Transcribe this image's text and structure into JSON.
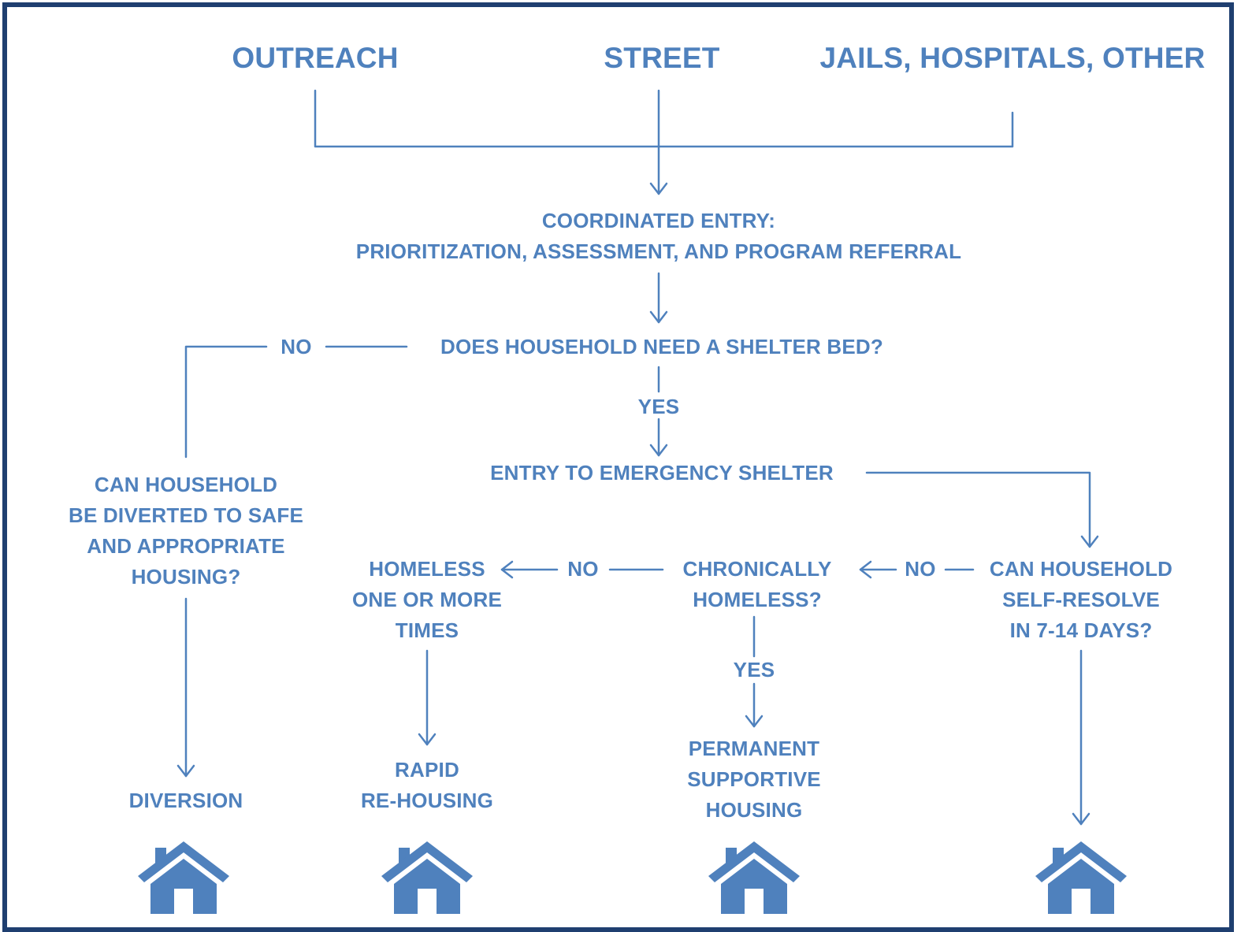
{
  "colors": {
    "primary": "#4f81bd",
    "border": "#1f3f70",
    "background": "#ffffff"
  },
  "sources": {
    "outreach": "OUTREACH",
    "street": "STREET",
    "institutions": "JAILS, HOSPITALS, OTHER"
  },
  "coordinated_entry": {
    "line1": "COORDINATED ENTRY:",
    "line2": "PRIORITIZATION, ASSESSMENT, AND PROGRAM REFERRAL"
  },
  "shelter_question": {
    "text": "DOES HOUSEHOLD NEED A SHELTER BED?",
    "no": "NO",
    "yes": "YES"
  },
  "diversion_question": {
    "line1": "CAN HOUSEHOLD",
    "line2": "BE DIVERTED TO SAFE",
    "line3": "AND APPROPRIATE",
    "line4": "HOUSING?"
  },
  "emergency_shelter": "ENTRY TO EMERGENCY SHELTER",
  "self_resolve": {
    "line1": "CAN HOUSEHOLD",
    "line2": "SELF-RESOLVE",
    "line3": "IN 7-14 DAYS?",
    "no": "NO"
  },
  "chronic": {
    "line1": "CHRONICALLY",
    "line2": "HOMELESS?",
    "no": "NO",
    "yes": "YES"
  },
  "homeless_times": {
    "line1": "HOMELESS",
    "line2": "ONE OR MORE",
    "line3": "TIMES"
  },
  "outcomes": {
    "diversion": "DIVERSION",
    "rapid_line1": "RAPID",
    "rapid_line2": "RE-HOUSING",
    "psh_line1": "PERMANENT",
    "psh_line2": "SUPPORTIVE",
    "psh_line3": "HOUSING"
  },
  "icons": {
    "house": "house-icon"
  }
}
